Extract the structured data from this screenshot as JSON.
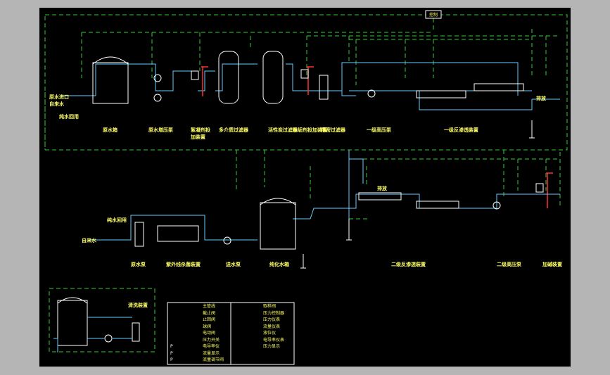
{
  "top_box_label": "控制",
  "labels_row1": [
    "原水箱",
    "原水增压泵",
    "絮凝剂投加装置",
    "多介质过滤器",
    "活性炭过滤器",
    "阻垢剂投加装置",
    "精密过滤器",
    "一级高压泵",
    "一级反渗透装置"
  ],
  "labels_row2": [
    "原水泵",
    "紫外线杀菌装置",
    "送水泵",
    "纯化水箱",
    "二级反渗透装置",
    "二级高压泵",
    "加碱装置"
  ],
  "side_labels": {
    "inlet1": "原水进口",
    "inlet2": "自来水",
    "water_trap": "纯水回用",
    "raw_in": "自来水",
    "reject1": "排放",
    "reject2": "排放",
    "pure_return": "纯水回用",
    "inset_title": "清洗装置"
  },
  "legend": {
    "col1": [
      "主管线",
      "截止阀",
      "止回阀",
      "球阀",
      "电动阀",
      "压力开关",
      "电导率仪",
      "流量显示",
      "流量调节阀"
    ],
    "col2": [
      "取样阀",
      "压力控制器",
      "压力仪表",
      "流量仪表",
      "液位仪",
      "电导率仪表",
      "压力显示"
    ],
    "sym_letters": [
      "P",
      "P",
      "P"
    ]
  },
  "colors": {
    "frame": "#b5b5b5",
    "bg": "#000000",
    "pipe": "#66ccff",
    "control": "#33cc33",
    "label": "#ffff66",
    "dosing": "#ff3333"
  }
}
